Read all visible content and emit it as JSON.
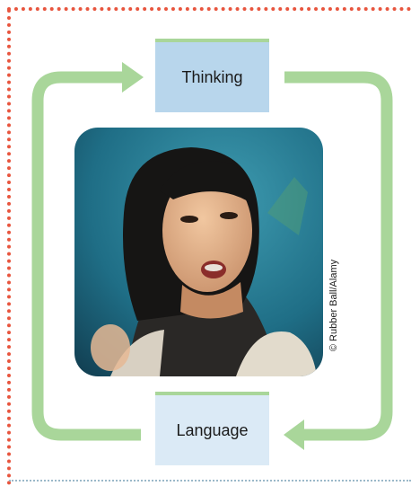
{
  "diagram": {
    "top_label": "Thinking",
    "bottom_label": "Language",
    "photo_credit": "© Rubber Ball/Alamy"
  },
  "colors": {
    "arrow": "#a9d69a",
    "thinking_box": "#b8d6ec",
    "language_box": "#dbeaf6",
    "border": "#e8553e"
  }
}
